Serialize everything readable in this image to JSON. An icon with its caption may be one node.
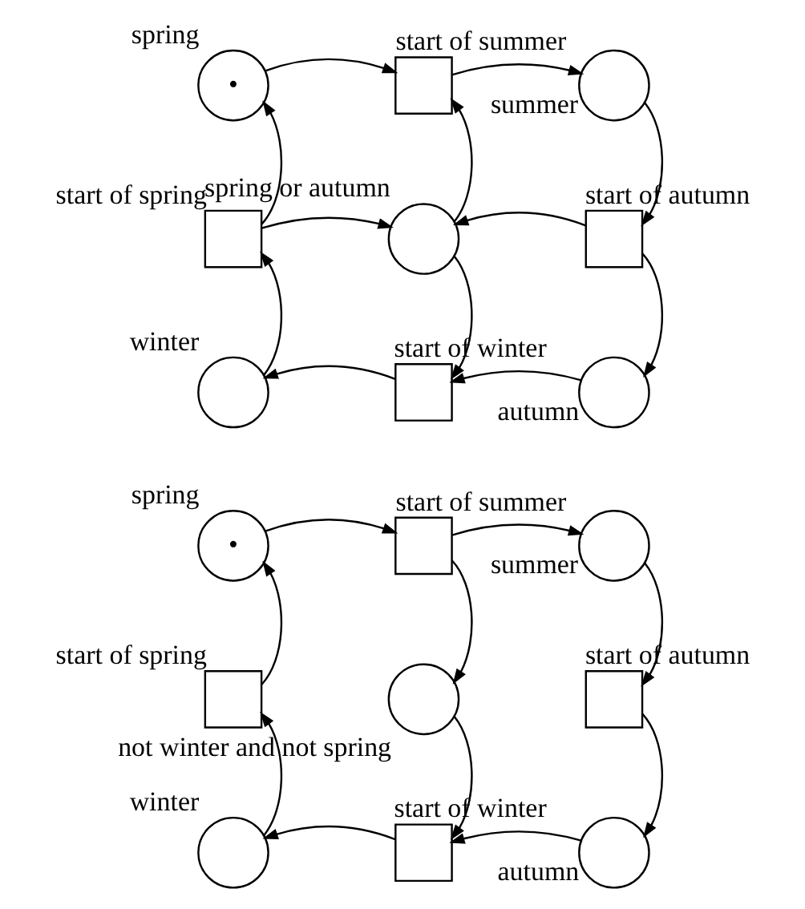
{
  "diagram": {
    "nodes": [
      {
        "text": [
          "•"
        ],
        "beside": [
          "spring"
        ]
      },
      {
        "text": [],
        "shape": "box",
        "beside": [
          "start of summer"
        ]
      },
      {
        "text": [],
        "shape": "circle",
        "beside": [
          "summer"
        ]
      },
      {
        "text": [],
        "shape": "box",
        "beside": [
          "start of spring"
        ]
      },
      {
        "text": [],
        "shape": "circle",
        "beside": [
          "spring or autumn"
        ]
      },
      {
        "text": [],
        "shape": "box",
        "beside": [
          "start of autumn"
        ]
      },
      {
        "text": [],
        "shape": "circle",
        "beside": [
          "winter"
        ]
      },
      {
        "text": [],
        "shape": "box",
        "beside": [
          "start of winter"
        ]
      },
      {
        "text": [],
        "shape": "circle",
        "beside": [
          "autumn"
        ]
      },
      {
        "text": [
          "•"
        ],
        "beside": [
          "spring"
        ]
      },
      {
        "text": [],
        "shape": "box",
        "beside": [
          "start of summer"
        ]
      },
      {
        "text": [],
        "shape": "circle",
        "beside": [
          "summer"
        ]
      },
      {
        "text": [],
        "shape": "box",
        "beside": [
          "start of spring"
        ]
      },
      {
        "text": [],
        "shape": "circle",
        "beside": [
          "not winter and not spring"
        ]
      },
      {
        "text": [],
        "shape": "box",
        "beside": [
          "start of autumn"
        ]
      },
      {
        "text": [],
        "shape": "circle",
        "beside": [
          "winter"
        ]
      },
      {
        "text": [],
        "shape": "box",
        "beside": [
          "start of winter"
        ]
      },
      {
        "text": [],
        "shape": "circle",
        "beside": [
          "autumn"
        ]
      }
    ],
    "edges": [
      {
        "from": 0,
        "to": 1,
        "arrow": "to"
      },
      {
        "from": 1,
        "to": 2,
        "arrow": "to"
      },
      {
        "from": 2,
        "to": 5,
        "arrow": "to"
      },
      {
        "from": 5,
        "to": 8,
        "arrow": "to"
      },
      {
        "from": 8,
        "to": 7,
        "arrow": "to"
      },
      {
        "from": 7,
        "to": 6,
        "arrow": "to"
      },
      {
        "from": 6,
        "to": 3,
        "arrow": "to"
      },
      {
        "from": 3,
        "to": 0,
        "arrow": "to"
      },
      {
        "from": 3,
        "to": 4,
        "arrow": "to"
      },
      {
        "from": 5,
        "to": 4,
        "arrow": "to"
      },
      {
        "from": 4,
        "to": 1,
        "arrow": "to"
      },
      {
        "from": 4,
        "to": 7,
        "arrow": "to"
      },
      {
        "from": 9,
        "to": 10,
        "arrow": "to"
      },
      {
        "from": 10,
        "to": 11,
        "arrow": "to"
      },
      {
        "from": 11,
        "to": 14,
        "arrow": "to"
      },
      {
        "from": 14,
        "to": 17,
        "arrow": "to"
      },
      {
        "from": 17,
        "to": 16,
        "arrow": "to"
      },
      {
        "from": 16,
        "to": 15,
        "arrow": "to"
      },
      {
        "from": 15,
        "to": 12,
        "arrow": "to"
      },
      {
        "from": 12,
        "to": 9,
        "arrow": "to"
      },
      {
        "from": 10,
        "to": 13,
        "arrow": "to"
      },
      {
        "from": 13,
        "to": 16,
        "arrow": "to"
      }
    ]
  }
}
